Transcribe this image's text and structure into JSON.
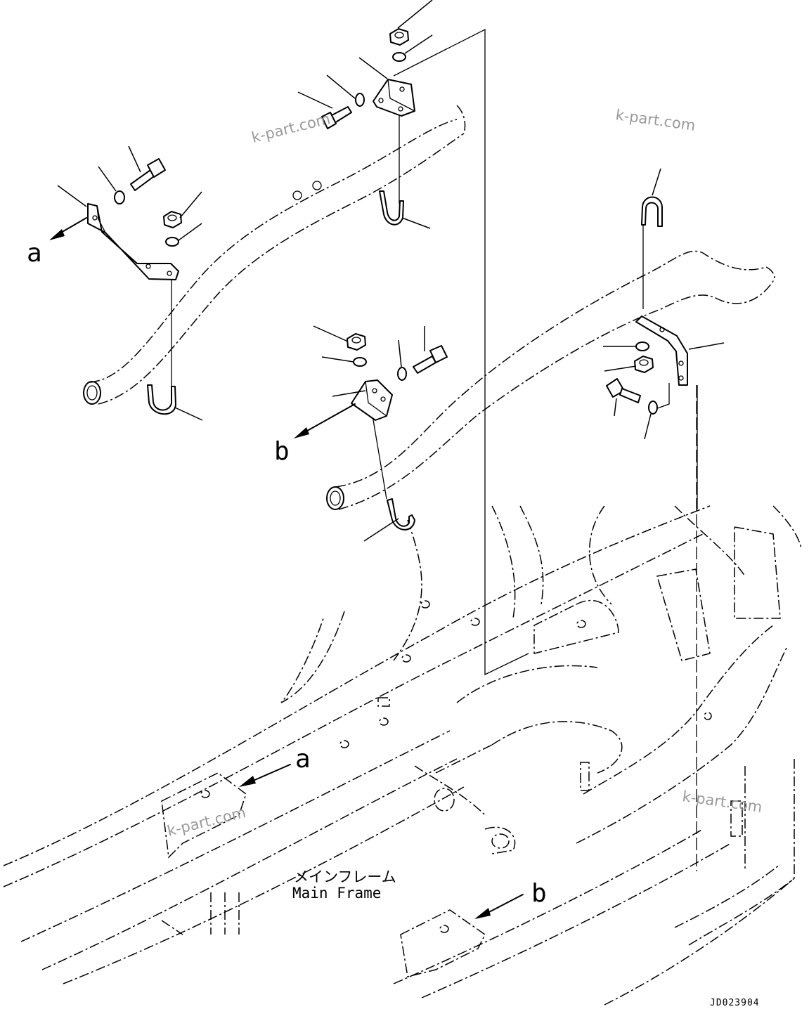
{
  "labels": {
    "a_upper": "a",
    "b_upper": "b",
    "a_lower": "a",
    "b_lower": "b"
  },
  "caption": {
    "jp": "メインフレーム",
    "en": "Main Frame"
  },
  "drawing_code": "JD023904",
  "watermarks": [
    "k-part.com",
    "k-part.com",
    "k-part.com",
    "k-part.com"
  ]
}
